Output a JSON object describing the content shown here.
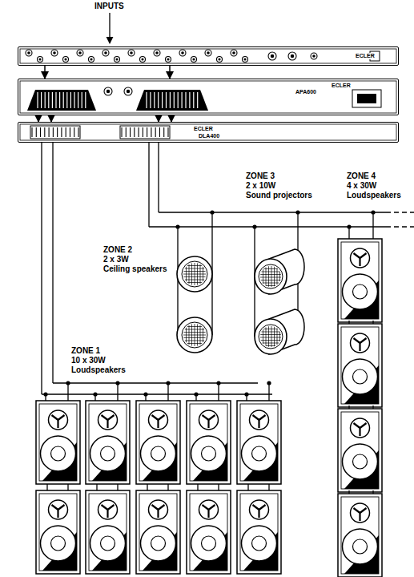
{
  "diagram": {
    "nodes": [
      {
        "text": [
          "ECLER"
        ]
      },
      {
        "text": [
          "APA600",
          "ECLER"
        ]
      },
      {
        "text": [
          "ECLER",
          "DLA400"
        ]
      }
    ],
    "edges": [
      {
        "from": 0,
        "to": 1,
        "arrow": "to"
      },
      {
        "from": 0,
        "to": 1,
        "arrow": "to"
      },
      {
        "from": 1,
        "to": 2,
        "arrow": "to"
      },
      {
        "from": 1,
        "to": 2,
        "arrow": "to"
      },
      {
        "from": 1,
        "to": 2,
        "arrow": "to"
      },
      {
        "from": 1,
        "to": 2,
        "arrow": "to"
      }
    ],
    "labels": [
      "INPUTS",
      "ZONE 3",
      "2 x 10W",
      "Sound projectors",
      "ZONE 4",
      "4 x 30W",
      "Loudspeakers",
      "ZONE 2",
      "2 x 3W",
      "Ceiling speakers",
      "ZONE 1",
      "10 x 30W",
      "Loudspeakers"
    ]
  }
}
